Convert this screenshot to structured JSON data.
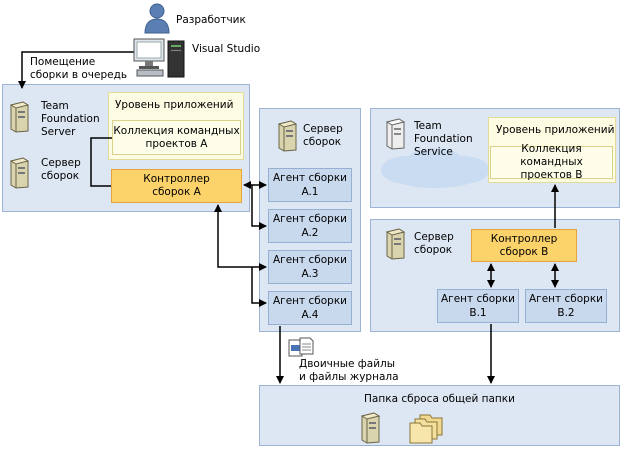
{
  "developer": {
    "label": "Разработчик"
  },
  "visual_studio": {
    "label": "Visual Studio"
  },
  "queue_label": {
    "line1": "Помещение",
    "line2": "сборки в очередь"
  },
  "tfs": {
    "label_line1": "Team",
    "label_line2": "Foundation",
    "label_line3": "Server",
    "app_tier": "Уровень приложений",
    "collection_line1": "Коллекция командных",
    "collection_line2": "проектов A",
    "build_server_line1": "Сервер",
    "build_server_line2": "сборок",
    "controller_line1": "Контроллер",
    "controller_line2": "сборок A"
  },
  "middle_server": {
    "label_line1": "Сервер",
    "label_line2": "сборок",
    "agents": [
      {
        "line1": "Агент сборки",
        "line2": "A.1"
      },
      {
        "line1": "Агент сборки",
        "line2": "A.2"
      },
      {
        "line1": "Агент сборки",
        "line2": "A.3"
      },
      {
        "line1": "Агент сборки",
        "line2": "A.4"
      }
    ]
  },
  "tfservice": {
    "label_line1": "Team",
    "label_line2": "Foundation",
    "label_line3": "Service",
    "app_tier": "Уровень приложений",
    "collection_line1": "Коллекция командных",
    "collection_line2": "проектов B"
  },
  "right_server": {
    "label_line1": "Сервер",
    "label_line2": "сборок",
    "controller_line1": "Контроллер",
    "controller_line2": "сборок B",
    "agents": [
      {
        "line1": "Агент сборки",
        "line2": "B.1"
      },
      {
        "line1": "Агент сборки",
        "line2": "B.2"
      }
    ]
  },
  "binaries_label": {
    "line1": "Двоичные файлы",
    "line2": "и файлы журнала"
  },
  "drop_folder": {
    "label": "Папка сброса общей папки"
  },
  "colors": {
    "panel": "#dde7f3",
    "agent": "#c8d9ee",
    "controller": "#fcd36a",
    "app_tier": "#fdfbe2",
    "line": "#000000"
  }
}
